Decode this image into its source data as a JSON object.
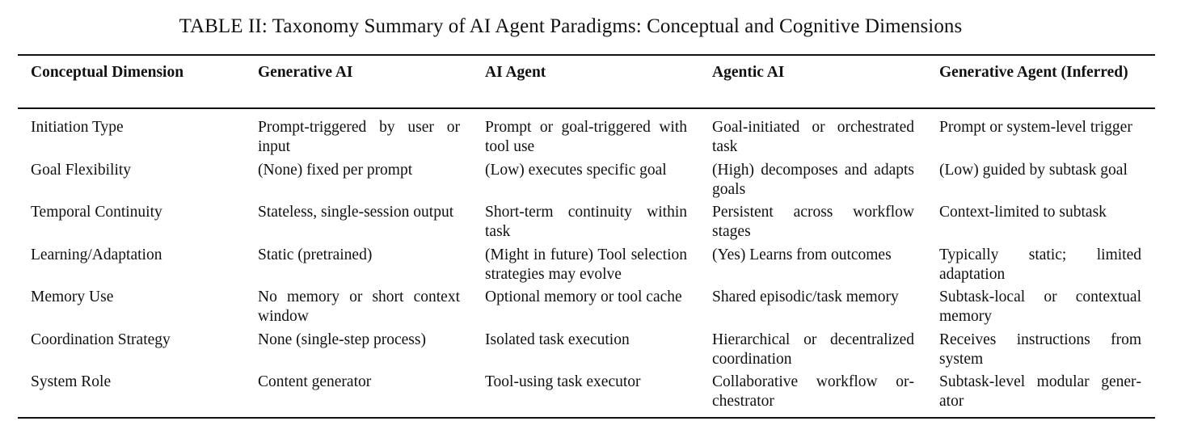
{
  "caption": "TABLE II: Taxonomy Summary of AI Agent Paradigms: Conceptual and Cognitive Dimensions",
  "columns": [
    "Conceptual Dimension",
    "Generative AI",
    "AI Agent",
    "Agentic AI",
    "Generative Agent (Inferred)"
  ],
  "rows": [
    [
      "Initiation Type",
      "Prompt-triggered by user or input",
      "Prompt or goal-triggered with tool use",
      "Goal-initiated or orchestrated task",
      "Prompt or system-level trig­ger"
    ],
    [
      "Goal Flexibility",
      "(None) fixed per prompt",
      "(Low) executes specific goal",
      "(High) decomposes and adapts goals",
      "(Low) guided by subtask goal"
    ],
    [
      "Temporal Continuity",
      "Stateless, single-session out­put",
      "Short-term continuity within task",
      "Persistent across workflow stages",
      "Context-limited to subtask"
    ],
    [
      "Learning/Adaptation",
      "Static (pretrained)",
      "(Might in future) Tool selec­tion strategies may evolve",
      "(Yes) Learns from outcomes",
      "Typically static; limited adaptation"
    ],
    [
      "Memory Use",
      "No memory or short context window",
      "Optional memory or tool cache",
      "Shared episodic/task mem­ory",
      "Subtask-local or contextual memory"
    ],
    [
      "Coordination Strategy",
      "None (single-step process)",
      "Isolated task execution",
      "Hierarchical or decentralized coordination",
      "Receives instructions from system"
    ],
    [
      "System Role",
      "Content generator",
      "Tool-using task executor",
      "Collaborative workflow or­chestrator",
      "Subtask-level modular gener­ator"
    ]
  ]
}
